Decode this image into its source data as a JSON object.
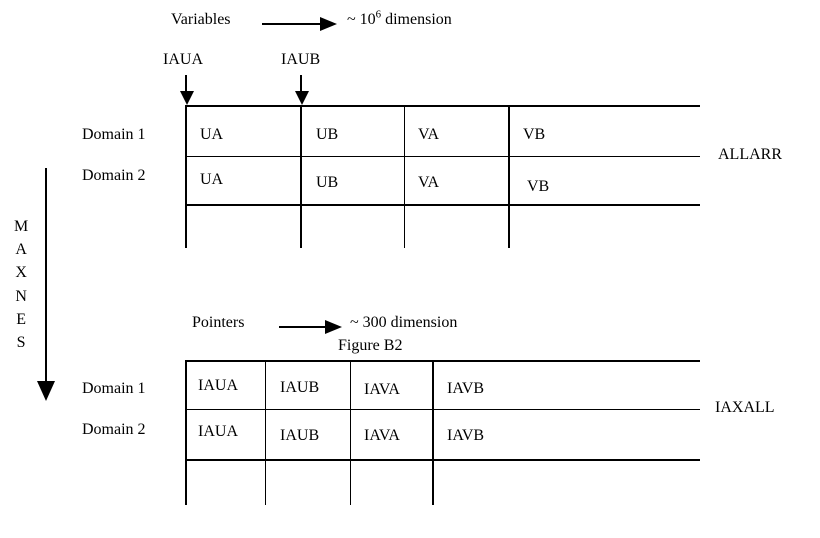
{
  "diagram": {
    "caption": "Figure B2",
    "top_section": {
      "flow_label": "Variables",
      "flow_arrow": "right-arrow-icon",
      "dimension_text_prefix": "~ 10",
      "dimension_exponent": "6",
      "dimension_text_suffix": " dimension",
      "pointer_labels": [
        "IAUA",
        "IAUB"
      ],
      "array_name": "ALLARR",
      "row_labels": [
        "Domain 1",
        "Domain 2"
      ],
      "columns": [
        "UA",
        "UB",
        "VA",
        "VB"
      ],
      "rows": [
        [
          "UA",
          "UB",
          "VA",
          "VB"
        ],
        [
          "UA",
          "UB",
          "VA",
          "VB"
        ],
        [
          "",
          "",
          "",
          ""
        ]
      ]
    },
    "bottom_section": {
      "flow_label": "Pointers",
      "flow_arrow": "right-arrow-icon",
      "dimension_text": "~ 300 dimension",
      "array_name": "IAXALL",
      "row_labels": [
        "Domain 1",
        "Domain 2"
      ],
      "columns": [
        "IAUA",
        "IAUB",
        "IAVA",
        "IAVB"
      ],
      "rows": [
        [
          "IAUA",
          "IAUB",
          "IAVA",
          "IAVB"
        ],
        [
          "IAUA",
          "IAUB",
          "IAVA",
          "IAVB"
        ],
        [
          "",
          "",
          "",
          ""
        ]
      ]
    },
    "vertical_axis": {
      "label": "MAXNES",
      "letters": [
        "M",
        "A",
        "X",
        "N",
        "E",
        "S"
      ],
      "arrow": "down-arrow-icon"
    },
    "colors": {
      "ink": "#000000",
      "background": "#ffffff"
    }
  }
}
